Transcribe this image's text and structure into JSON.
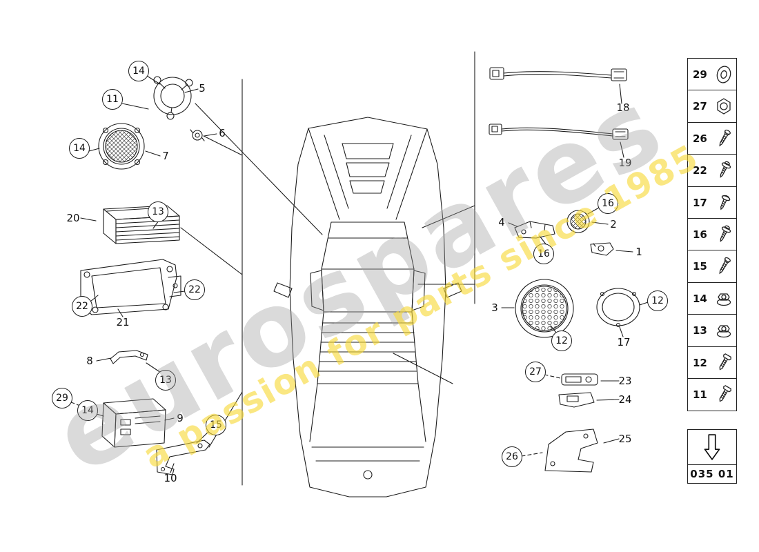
{
  "diagram": {
    "part_code": "035 01"
  },
  "watermark": {
    "brand": "eurospares",
    "tagline": "a passion for parts since 1985"
  },
  "balloons": [
    {
      "label": "14"
    },
    {
      "label": "11"
    },
    {
      "label": "14"
    },
    {
      "label": "13"
    },
    {
      "label": "22"
    },
    {
      "label": "22"
    },
    {
      "label": "13"
    },
    {
      "label": "29"
    },
    {
      "label": "14"
    },
    {
      "label": "15"
    },
    {
      "label": "16"
    },
    {
      "label": "16"
    },
    {
      "label": "12"
    },
    {
      "label": "12"
    },
    {
      "label": "27"
    },
    {
      "label": "26"
    }
  ],
  "labels": [
    {
      "label": "5"
    },
    {
      "label": "6"
    },
    {
      "label": "7"
    },
    {
      "label": "20"
    },
    {
      "label": "21"
    },
    {
      "label": "8"
    },
    {
      "label": "9"
    },
    {
      "label": "10"
    },
    {
      "label": "18"
    },
    {
      "label": "19"
    },
    {
      "label": "2"
    },
    {
      "label": "4"
    },
    {
      "label": "1"
    },
    {
      "label": "3"
    },
    {
      "label": "17"
    },
    {
      "label": "23"
    },
    {
      "label": "24"
    },
    {
      "label": "25"
    }
  ],
  "legend": {
    "items": [
      {
        "num": "29",
        "icon": "grommet-icon"
      },
      {
        "num": "27",
        "icon": "hex-nut-icon"
      },
      {
        "num": "26",
        "icon": "screw-icon"
      },
      {
        "num": "22",
        "icon": "screw-washer-icon"
      },
      {
        "num": "17",
        "icon": "pan-head-screw-icon"
      },
      {
        "num": "16",
        "icon": "screw-washer-icon"
      },
      {
        "num": "15",
        "icon": "screw-icon"
      },
      {
        "num": "14",
        "icon": "flange-nut-icon"
      },
      {
        "num": "13",
        "icon": "flange-nut-icon"
      },
      {
        "num": "12",
        "icon": "hex-bolt-icon"
      },
      {
        "num": "11",
        "icon": "hex-bolt-icon"
      }
    ]
  }
}
